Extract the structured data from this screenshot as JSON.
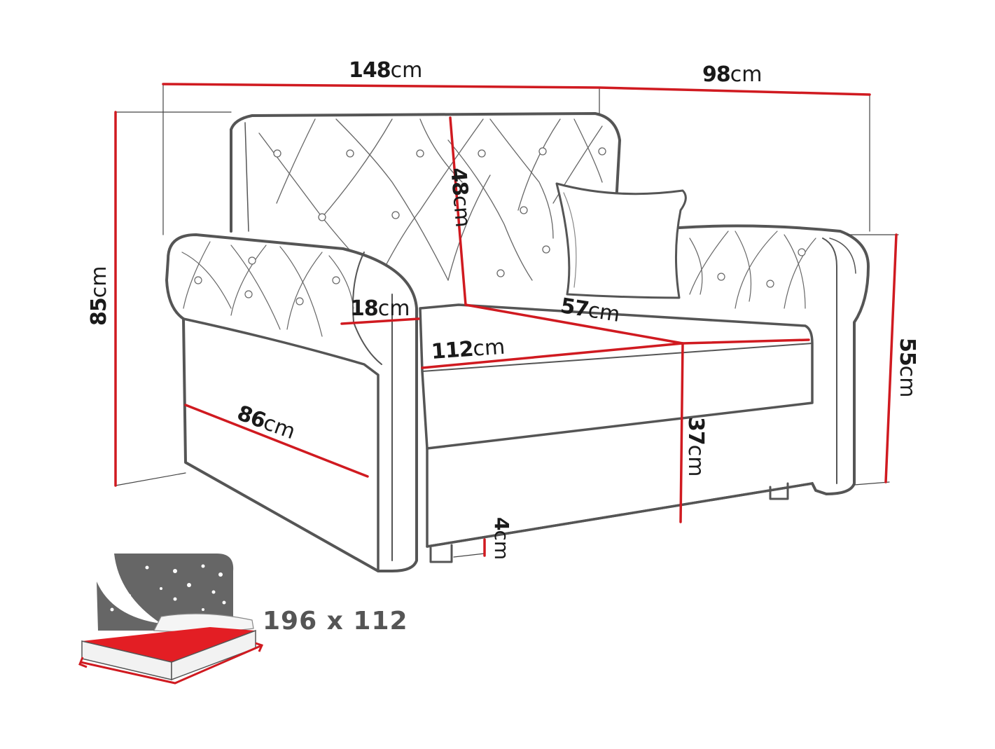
{
  "diagram": {
    "subject": "Tufted loveseat sofa bed with dimensions",
    "line_color": "#d01a20",
    "outline_color": "#555555",
    "dimensions": {
      "width": {
        "value": "148",
        "unit": "cm"
      },
      "depth": {
        "value": "98",
        "unit": "cm"
      },
      "height": {
        "value": "85",
        "unit": "cm"
      },
      "backrest_height": {
        "value": "48",
        "unit": "cm"
      },
      "armrest_width": {
        "value": "18",
        "unit": "cm"
      },
      "seat_depth": {
        "value": "57",
        "unit": "cm"
      },
      "seat_width": {
        "value": "112",
        "unit": "cm"
      },
      "armrest_height": {
        "value": "55",
        "unit": "cm"
      },
      "side_depth": {
        "value": "86",
        "unit": "cm"
      },
      "seat_height": {
        "value": "37",
        "unit": "cm"
      },
      "leg_height": {
        "value": "4",
        "unit": "cm"
      }
    },
    "sleeping_area": {
      "icon": "bed-night-stars-icon",
      "label": "196 x 112"
    }
  }
}
